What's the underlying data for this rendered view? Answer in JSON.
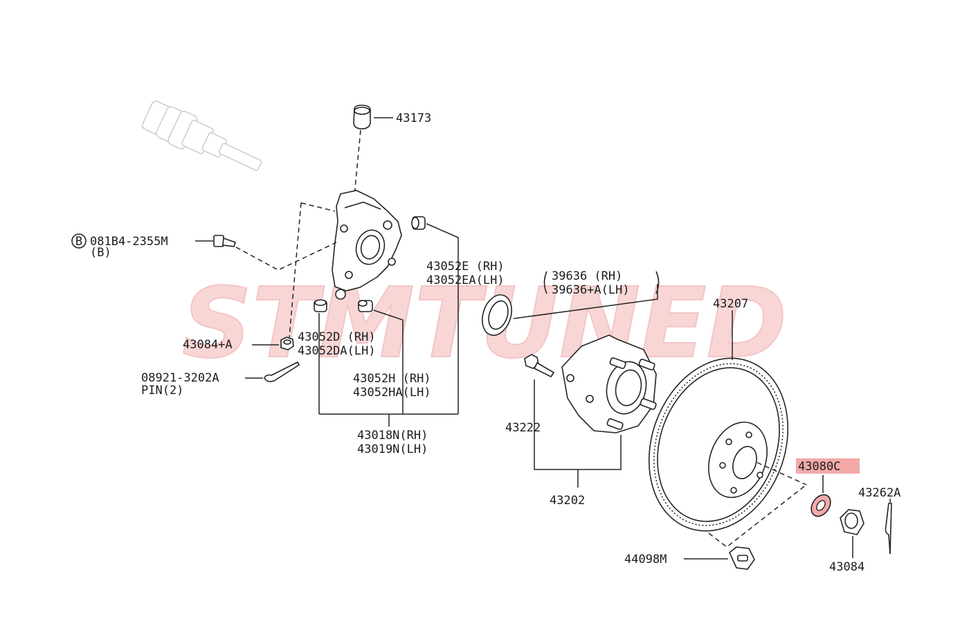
{
  "diagram": {
    "watermark": "STMTUNED",
    "highlight_color": "#f4a9a9",
    "watermark_color": "#f8d6d6",
    "bolt_callout": {
      "symbol": "B",
      "part": "081B4-2355M",
      "sub": "(B)"
    },
    "labels": {
      "p43173": "43173",
      "p43052E": "43052E (RH)",
      "p43052EA": "43052EA(LH)",
      "p39636": "39636   (RH)",
      "p39636A": "39636+A(LH)",
      "p43207": "43207",
      "p43084A": "43084+A",
      "p43052D": "43052D (RH)",
      "p43052DA": "43052DA(LH)",
      "p08921": "08921-3202A",
      "pin": "PIN(2)",
      "p43052H": "43052H (RH)",
      "p43052HA": "43052HA(LH)",
      "p43018N": "43018N(RH)",
      "p43019N": "43019N(LH)",
      "p43222": "43222",
      "p43202": "43202",
      "p43080C": "43080C",
      "p43262A": "43262A",
      "p44098M": "44098M",
      "p43084": "43084"
    }
  }
}
